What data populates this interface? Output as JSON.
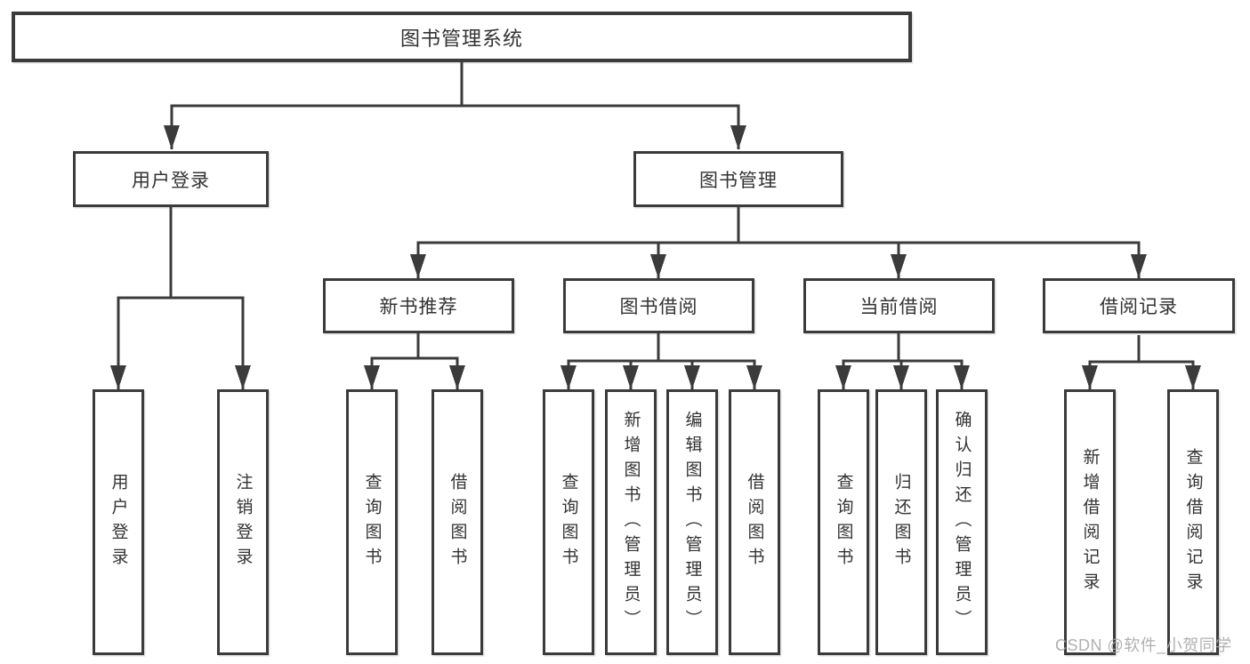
{
  "colors": {
    "line": "#3b3b3b",
    "text": "#333333",
    "box_fill": "#ffffff",
    "watermark": "#a8a8a8",
    "bg": "#ffffff"
  },
  "watermark": {
    "text": "CSDN @软件_小贺同学"
  },
  "diagram": {
    "root": "图书管理系统",
    "level2": [
      "用户登录",
      "图书管理"
    ],
    "level3": [
      "新书推荐",
      "图书借阅",
      "当前借阅",
      "借阅记录"
    ],
    "user_login_children": [
      "用户登录",
      "注销登录"
    ],
    "new_book_children": [
      "查询图书",
      "借阅图书"
    ],
    "book_borrow_children": [
      "查询图书",
      "新增图书（管理员）",
      "编辑图书（管理员）",
      "借阅图书"
    ],
    "current_borrow_children": [
      "查询图书",
      "归还图书",
      "确认归还（管理员）"
    ],
    "borrow_record_children": [
      "新增借阅记录",
      "查询借阅记录"
    ]
  }
}
